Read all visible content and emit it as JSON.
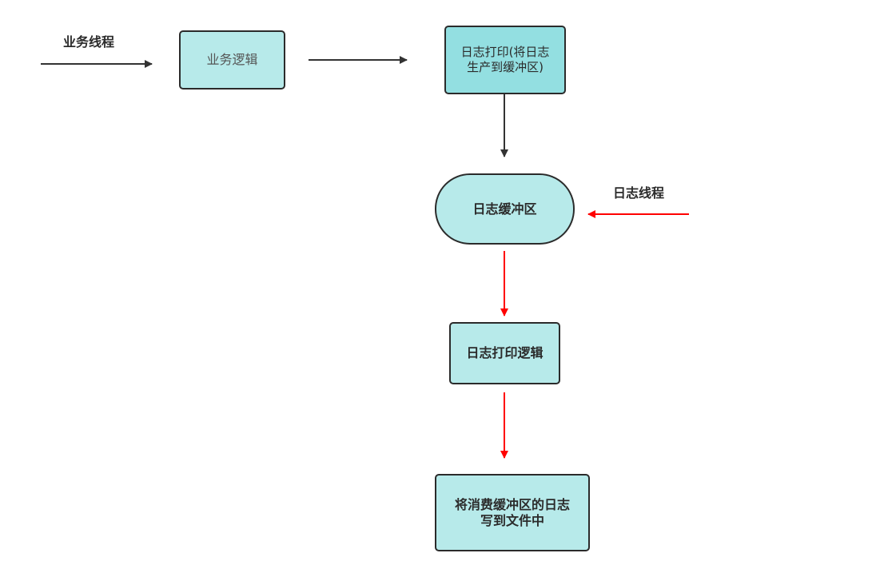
{
  "labels": {
    "business_thread": "业务线程",
    "log_thread": "日志线程"
  },
  "nodes": {
    "business_logic": "业务逻辑",
    "log_print": "日志打印(将日志\n生产到缓冲区)",
    "log_buffer": "日志缓冲区",
    "log_print_logic": "日志打印逻辑",
    "write_to_file": "将消费缓冲区的日志\n写到文件中"
  },
  "colors": {
    "node_fill": "#b7eaea",
    "node_fill_dark": "#93dfe1",
    "border": "#2b2b2b",
    "arrow_dark": "#333333",
    "arrow_red": "#ff0000"
  }
}
